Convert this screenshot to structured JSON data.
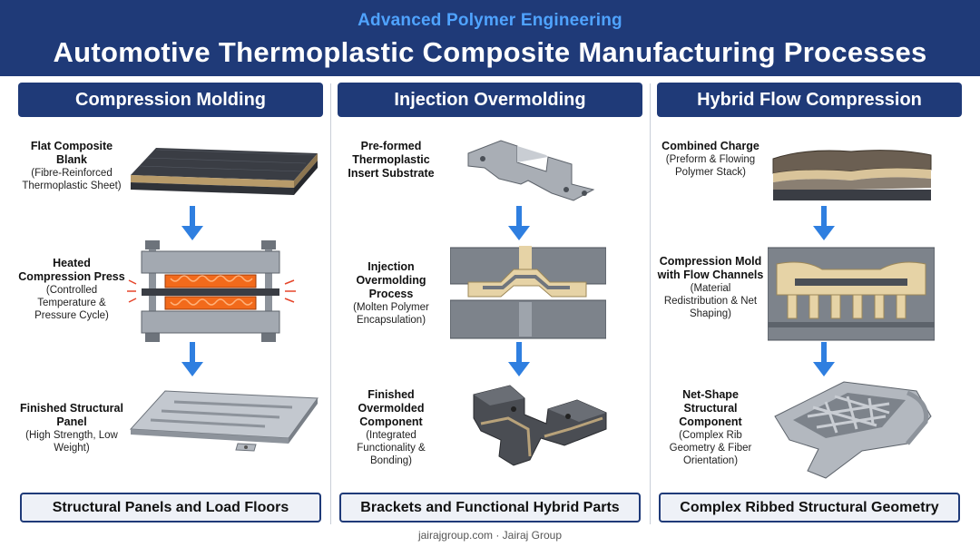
{
  "header": {
    "subtitle": "Advanced Polymer Engineering",
    "title": "Automotive Thermoplastic Composite Manufacturing Processes"
  },
  "columns": [
    {
      "title": "Compression Molding",
      "steps": [
        {
          "name": "Flat Composite Blank",
          "note": "(Fibre-Reinforced Thermoplastic Sheet)"
        },
        {
          "name": "Heated Compression Press",
          "note": "(Controlled Temperature & Pressure Cycle)"
        },
        {
          "name": "Finished Structural Panel",
          "note": "(High Strength, Low Weight)"
        }
      ],
      "application": "Structural Panels and Load Floors"
    },
    {
      "title": "Injection Overmolding",
      "steps": [
        {
          "name": "Pre-formed Thermoplastic Insert Substrate",
          "note": ""
        },
        {
          "name": "Injection Overmolding Process",
          "note": "(Molten Polymer Encapsulation)"
        },
        {
          "name": "Finished Overmolded Component",
          "note": "(Integrated Functionality & Bonding)"
        }
      ],
      "application": "Brackets and Functional Hybrid Parts"
    },
    {
      "title": "Hybrid Flow Compression",
      "steps": [
        {
          "name": "Combined Charge",
          "note": "(Preform & Flowing Polymer Stack)"
        },
        {
          "name": "Compression Mold with Flow Channels",
          "note": "(Material Redistribution & Net Shaping)"
        },
        {
          "name": "Net-Shape Structural Component",
          "note": "(Complex Rib Geometry & Fiber Orientation)"
        }
      ],
      "application": "Complex Ribbed Structural Geometry"
    }
  ],
  "footer": "jairajgroup.com · Jairaj Group",
  "colors": {
    "header_bg": "#1f3a78",
    "subtitle": "#4fa3ff",
    "arrow": "#2f7fe0",
    "heat": "#f26a1b",
    "polymer": "#d9c49a",
    "metal": "#9aa0a8"
  },
  "icons": [
    "down-arrow-icon",
    "composite-sheet-icon",
    "compression-press-icon",
    "structural-panel-icon",
    "insert-bracket-icon",
    "overmold-tool-icon",
    "overmolded-part-icon",
    "charge-stack-icon",
    "flow-mold-icon",
    "ribbed-component-icon"
  ]
}
